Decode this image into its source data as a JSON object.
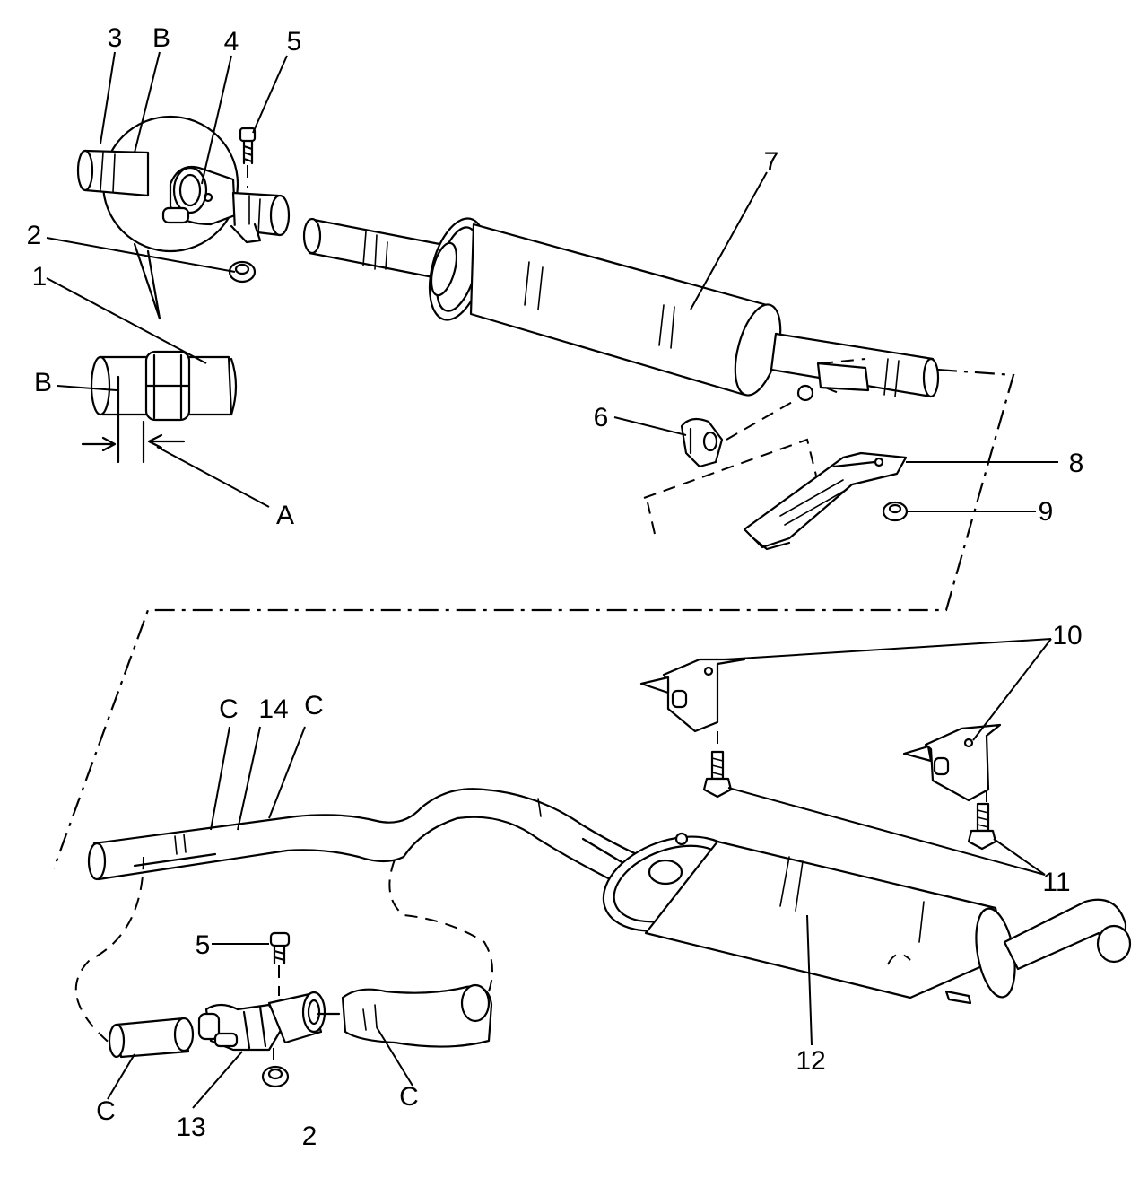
{
  "labels": {
    "part_1": "1",
    "part_2_top": "2",
    "part_2_bottom": "2",
    "part_3": "3",
    "part_4": "4",
    "part_5_top": "5",
    "part_5_bottom": "5",
    "part_6": "6",
    "part_7": "7",
    "part_8": "8",
    "part_9": "9",
    "part_10": "10",
    "part_11": "11",
    "part_12": "12",
    "part_13": "13",
    "part_14": "14",
    "ref_A": "A",
    "ref_B_top": "B",
    "ref_B_detail": "B",
    "ref_C_top_left": "C",
    "ref_C_top_right": "C",
    "ref_C_bottom_left": "C",
    "ref_C_bottom_right": "C"
  }
}
